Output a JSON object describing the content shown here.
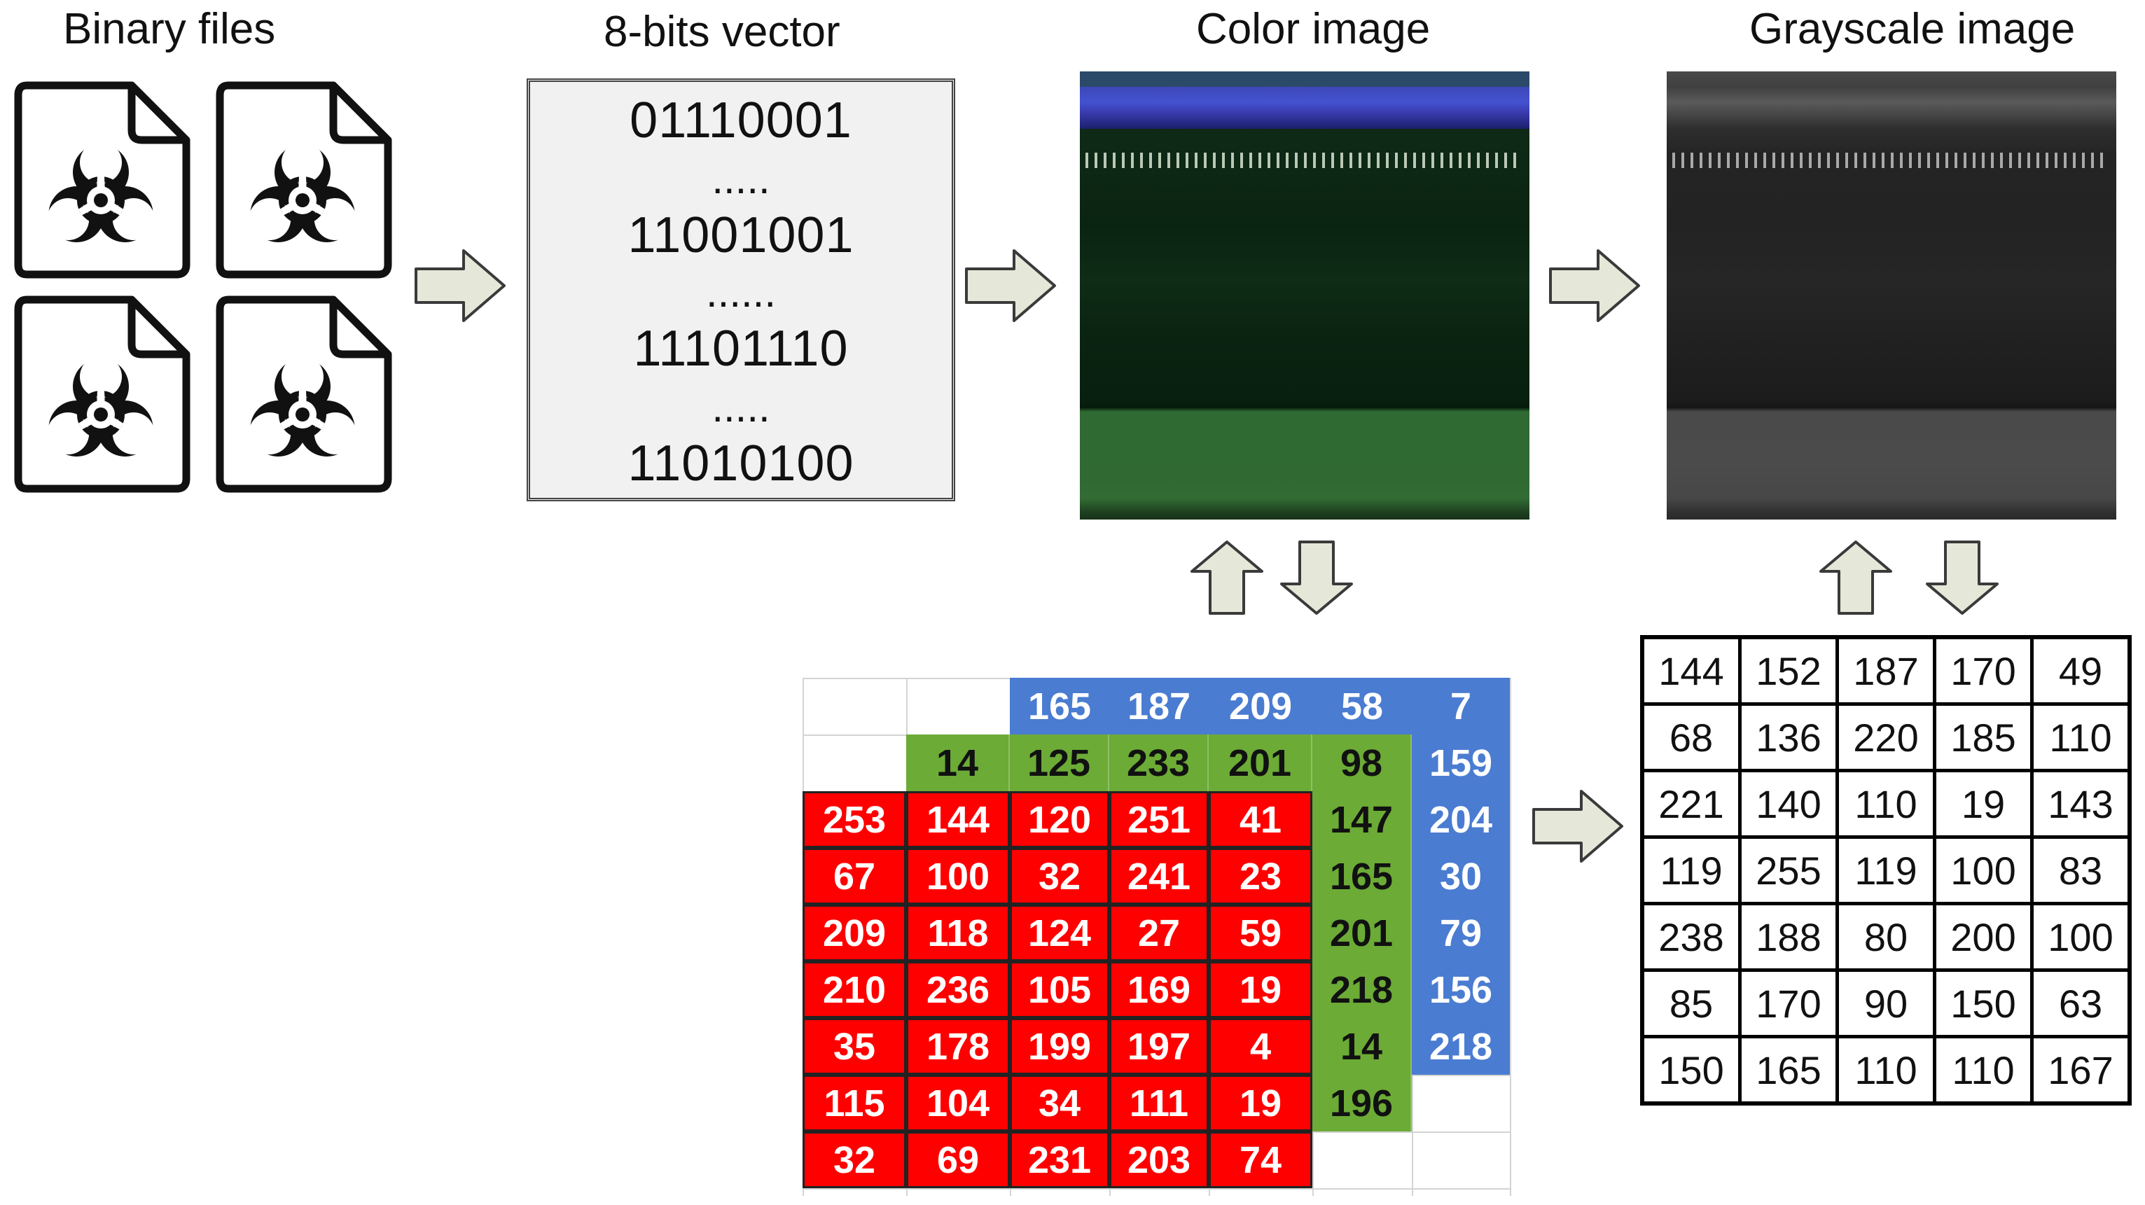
{
  "titles": {
    "binary_files": "Binary files",
    "vector": "8-bits vector",
    "color_image": "Color image",
    "grayscale_image": "Grayscale image"
  },
  "file_icons": [
    "biohazard-file-icon",
    "biohazard-file-icon",
    "biohazard-file-icon",
    "biohazard-file-icon"
  ],
  "vector_lines": [
    "01110001",
    ".....",
    "11001001",
    "......",
    "11101110",
    ".....",
    "11010100"
  ],
  "channels": {
    "red": [
      [
        "253",
        "144",
        "120",
        "251",
        "41"
      ],
      [
        "67",
        "100",
        "32",
        "241",
        "23"
      ],
      [
        "209",
        "118",
        "124",
        "27",
        "59"
      ],
      [
        "210",
        "236",
        "105",
        "169",
        "19"
      ],
      [
        "35",
        "178",
        "199",
        "197",
        "4"
      ],
      [
        "115",
        "104",
        "34",
        "111",
        "19"
      ],
      [
        "32",
        "69",
        "231",
        "203",
        "74"
      ]
    ],
    "green": [
      [
        "14",
        "125",
        "233",
        "201",
        "98"
      ],
      [
        "147"
      ],
      [
        "165"
      ],
      [
        "201"
      ],
      [
        "218"
      ],
      [
        "14"
      ],
      [
        "196"
      ]
    ],
    "blue": [
      [
        "165",
        "187",
        "209",
        "58",
        "7"
      ],
      [
        "159"
      ],
      [
        "204"
      ],
      [
        "30"
      ],
      [
        "79"
      ],
      [
        "156"
      ],
      [
        "218"
      ]
    ]
  },
  "grayscale_matrix": [
    [
      "144",
      "152",
      "187",
      "170",
      "49"
    ],
    [
      "68",
      "136",
      "220",
      "185",
      "110"
    ],
    [
      "221",
      "140",
      "110",
      "19",
      "143"
    ],
    [
      "119",
      "255",
      "119",
      "100",
      "83"
    ],
    [
      "238",
      "188",
      "80",
      "200",
      "100"
    ],
    [
      "85",
      "170",
      "90",
      "150",
      "63"
    ],
    [
      "150",
      "165",
      "110",
      "110",
      "167"
    ]
  ],
  "colors": {
    "arrow_fill": "#e5e8d9",
    "arrow_stroke": "#3a3a3a",
    "red_channel": "#ff0000",
    "green_channel": "#6cab36",
    "blue_channel": "#4a7cd1"
  }
}
